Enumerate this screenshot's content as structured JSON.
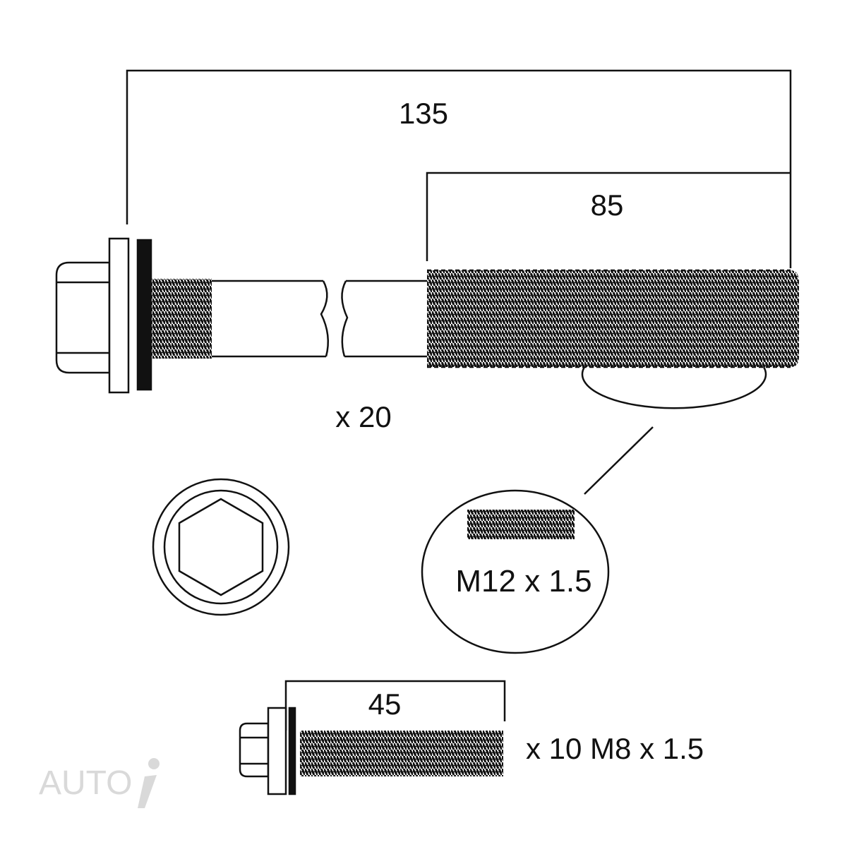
{
  "dimensions": {
    "overall_length": "135",
    "thread_length": "85",
    "small_bolt_length": "45"
  },
  "labels": {
    "large_bolt_quantity": "x 20",
    "large_bolt_thread": "M12 x 1.5",
    "small_bolt_spec": "x 10 M8 x 1.5"
  },
  "watermark": {
    "text": "AUTOINFO",
    "visible_text": "AUTO",
    "icon": "info-i-icon"
  },
  "colors": {
    "line": "#111111",
    "watermark": "#d9d9d9"
  }
}
